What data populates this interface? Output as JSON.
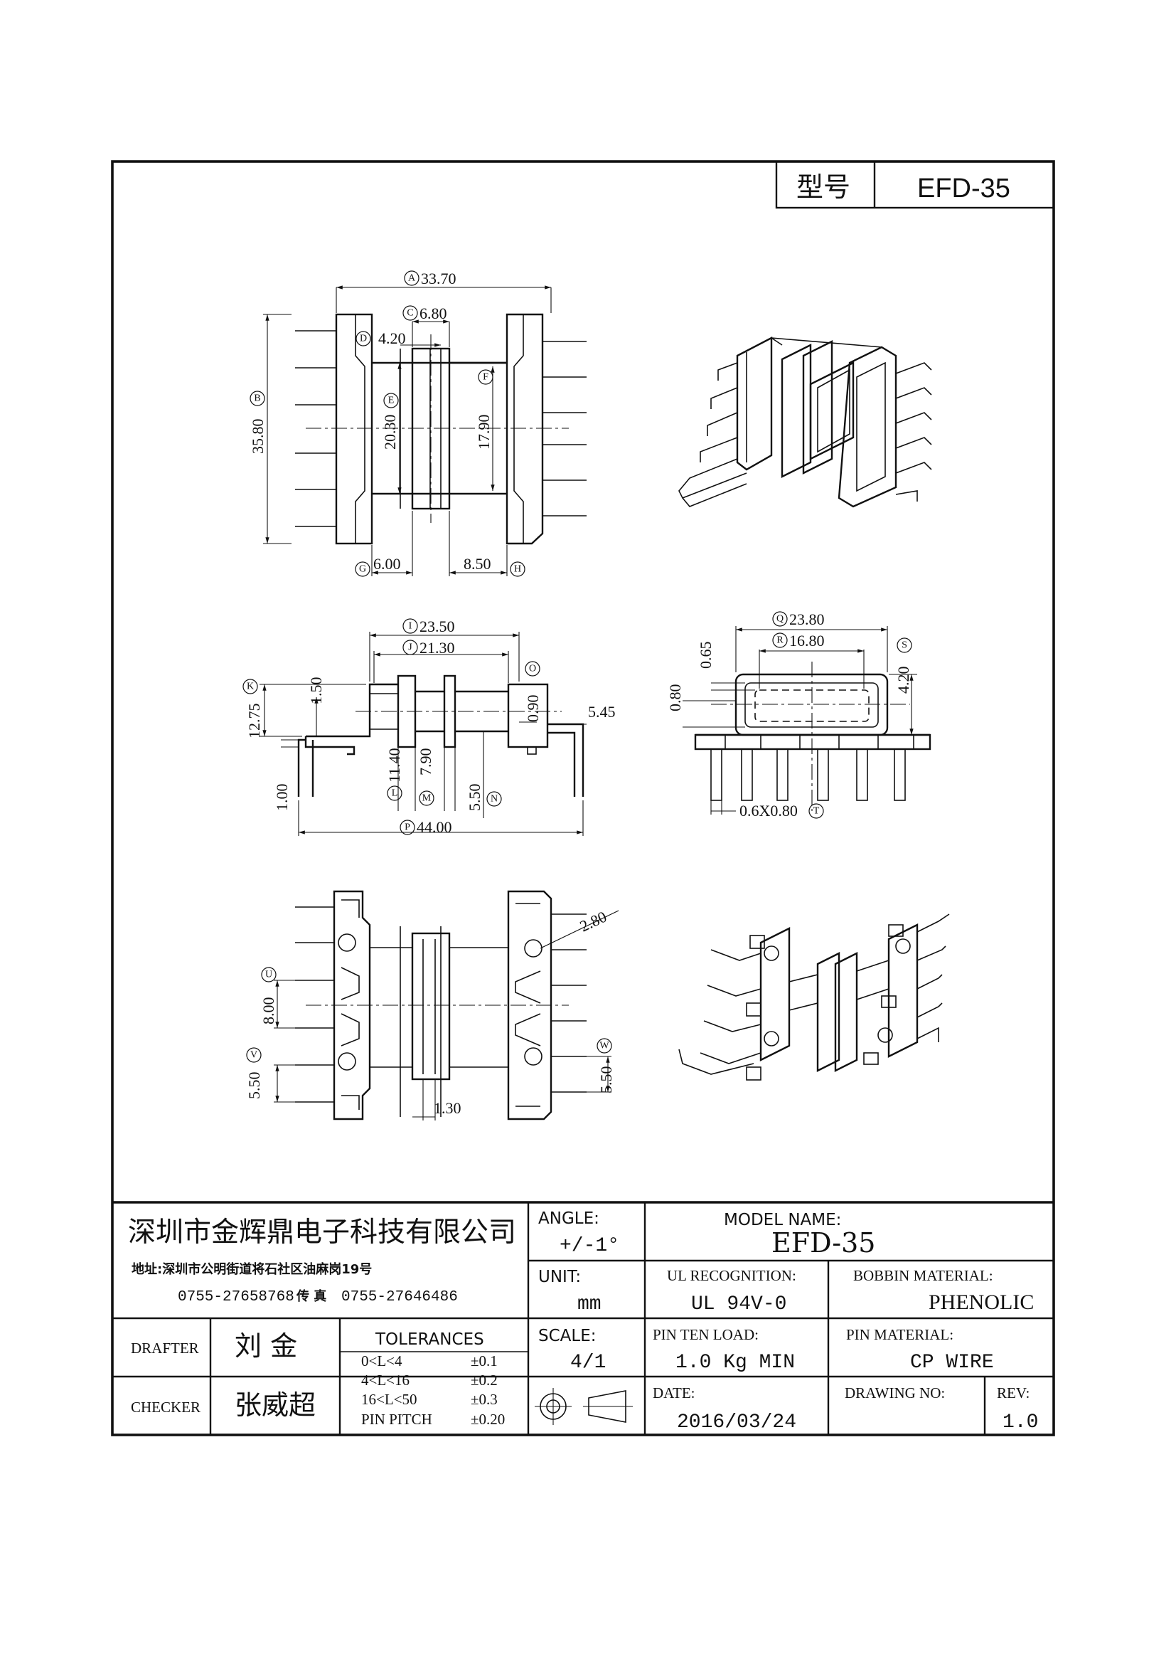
{
  "title_block": {
    "model_label": "型号",
    "model_value": "EFD-35"
  },
  "dimensions": {
    "top_view": {
      "A": "33.70",
      "C": "6.80",
      "D": "4.20",
      "B": "35.80",
      "E": "20.30",
      "F": "17.90",
      "G": "6.00",
      "H": "8.50"
    },
    "side_view": {
      "I": "23.50",
      "J": "21.30",
      "K": "12.75",
      "d150": "1.50",
      "O": "0.90",
      "d545": "5.45",
      "d100": "1.00",
      "L": "11.40",
      "M": "7.90",
      "N": "5.50",
      "P": "44.00"
    },
    "end_view": {
      "Q": "23.80",
      "R": "16.80",
      "d065": "0.65",
      "d080": "0.80",
      "S": "4.20",
      "T": "0.6X0.80"
    },
    "bottom_view": {
      "X": "2.80",
      "U": "8.00",
      "V": "5.50",
      "W": "5.50",
      "d130": "1.30"
    },
    "circle_letters": [
      "A",
      "B",
      "C",
      "D",
      "E",
      "F",
      "G",
      "H",
      "I",
      "J",
      "K",
      "L",
      "M",
      "N",
      "O",
      "P",
      "Q",
      "R",
      "S",
      "T",
      "U",
      "V",
      "W"
    ]
  },
  "footer": {
    "company": "深圳市金辉鼎电子科技有限公司",
    "address": "地址:深圳市公明街道将石社区油麻岗19号",
    "phone": "0755-27658768",
    "fax_label": "传 真",
    "fax": "0755-27646486",
    "drafter_label": "DRAFTER",
    "drafter": "刘  金",
    "checker_label": "CHECKER",
    "checker": "张威超",
    "tolerances_label": "TOLERANCES",
    "tolerances": [
      {
        "range": "0<L<4",
        "value": "±0.1"
      },
      {
        "range": "4<L<16",
        "value": "±0.2"
      },
      {
        "range": "16<L<50",
        "value": "±0.3"
      },
      {
        "range": "PIN PITCH",
        "value": "±0.20"
      }
    ],
    "angle_label": "ANGLE:",
    "angle": "+/-1°",
    "unit_label": "UNIT:",
    "unit": "mm",
    "scale_label": "SCALE:",
    "scale": "4/1",
    "model_name_label": "MODEL NAME:",
    "model_name": "EFD-35",
    "ul_label": "UL RECOGNITION:",
    "ul": "UL 94V-0",
    "bobbin_label": "BOBBIN MATERIAL:",
    "bobbin": "PHENOLIC",
    "pin_load_label": "PIN TEN LOAD:",
    "pin_load": "1.0 Kg MIN",
    "pin_material_label": "PIN MATERIAL:",
    "pin_material": "CP WIRE",
    "date_label": "DATE:",
    "date": "2016/03/24",
    "drawing_no_label": "DRAWING NO:",
    "drawing_no": "",
    "rev_label": "REV:",
    "rev": "1.0"
  }
}
